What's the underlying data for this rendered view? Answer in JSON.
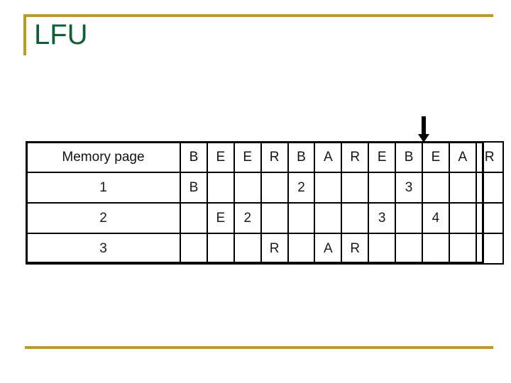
{
  "slide": {
    "title": "LFU",
    "accent_color": "#bf9b21",
    "title_color": "#0c6134",
    "background": "#ffffff"
  },
  "pointer": {
    "icon": "down-arrow-icon",
    "points_at_column_index": 10,
    "points_at_column_label": "E",
    "color": "#000000"
  },
  "table": {
    "row_header_label": "Memory page",
    "reference_string": [
      "B",
      "E",
      "E",
      "R",
      "B",
      "A",
      "R",
      "E",
      "B",
      "E",
      "A",
      "R"
    ],
    "frame_labels": [
      "1",
      "2",
      "3"
    ],
    "purple_color": "#c387dc",
    "red_color": "#b01c2e",
    "rows": [
      {
        "label": "1",
        "cells": [
          {
            "text": "B",
            "style": "purple"
          },
          {
            "text": "",
            "style": "empty"
          },
          {
            "text": "",
            "style": "empty"
          },
          {
            "text": "",
            "style": "empty"
          },
          {
            "text": "2",
            "style": "red"
          },
          {
            "text": "",
            "style": "empty"
          },
          {
            "text": "",
            "style": "empty"
          },
          {
            "text": "",
            "style": "empty"
          },
          {
            "text": "3",
            "style": "red"
          },
          {
            "text": "",
            "style": "empty"
          },
          {
            "text": "",
            "style": "empty"
          },
          {
            "text": "",
            "style": "empty"
          }
        ]
      },
      {
        "label": "2",
        "cells": [
          {
            "text": "",
            "style": "empty"
          },
          {
            "text": "E",
            "style": "purple"
          },
          {
            "text": "2",
            "style": "red"
          },
          {
            "text": "",
            "style": "empty"
          },
          {
            "text": "",
            "style": "empty"
          },
          {
            "text": "",
            "style": "empty"
          },
          {
            "text": "",
            "style": "empty"
          },
          {
            "text": "3",
            "style": "red"
          },
          {
            "text": "",
            "style": "empty"
          },
          {
            "text": "4",
            "style": "red"
          },
          {
            "text": "",
            "style": "empty"
          },
          {
            "text": "",
            "style": "empty"
          }
        ]
      },
      {
        "label": "3",
        "cells": [
          {
            "text": "",
            "style": "empty"
          },
          {
            "text": "",
            "style": "empty"
          },
          {
            "text": "",
            "style": "empty"
          },
          {
            "text": "R",
            "style": "purple"
          },
          {
            "text": "",
            "style": "empty"
          },
          {
            "text": "A",
            "style": "purple"
          },
          {
            "text": "R",
            "style": "purple"
          },
          {
            "text": "",
            "style": "empty"
          },
          {
            "text": "",
            "style": "empty"
          },
          {
            "text": "",
            "style": "empty"
          },
          {
            "text": "",
            "style": "empty"
          },
          {
            "text": "",
            "style": "empty"
          }
        ]
      }
    ]
  }
}
